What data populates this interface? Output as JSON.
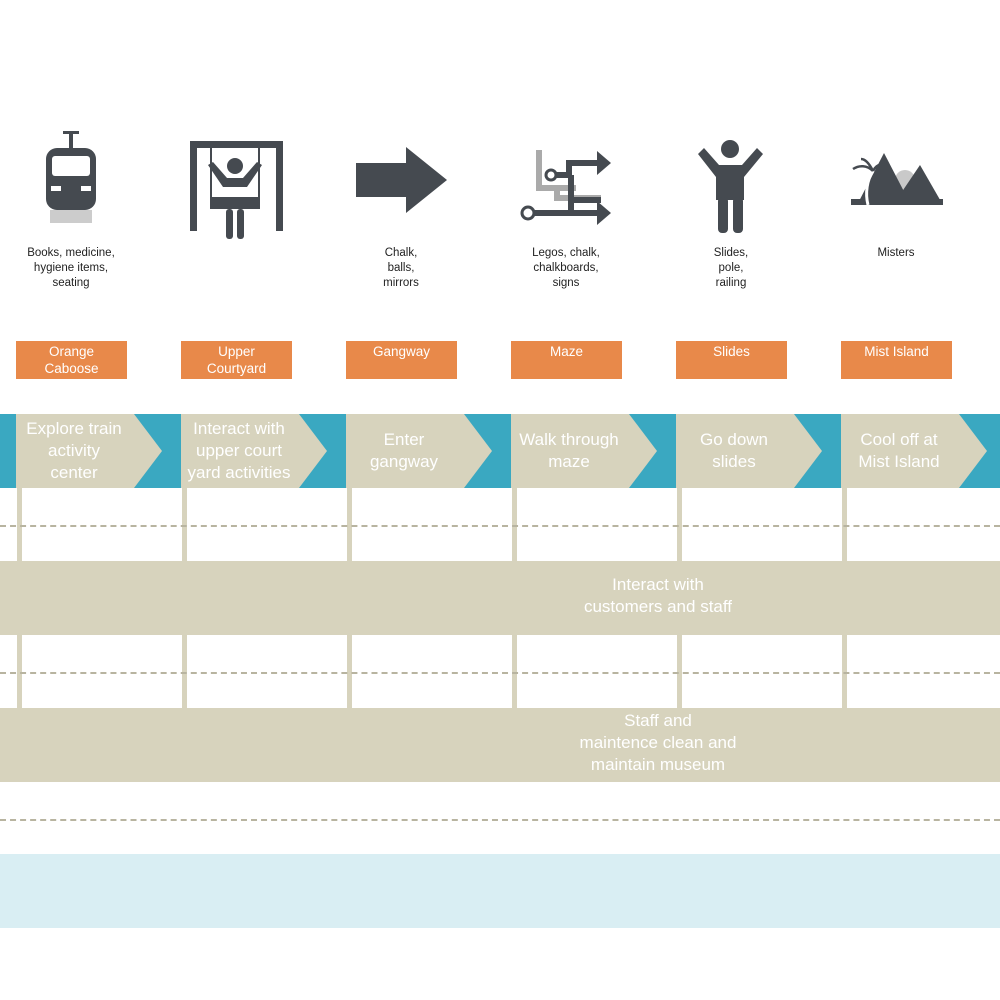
{
  "stages": [
    {
      "icon": "train-icon",
      "props": [
        "Books, medicine,",
        "hygiene items,",
        "seating"
      ],
      "zone": [
        "Orange",
        "Caboose"
      ],
      "action": [
        "Explore train",
        "activity",
        "center"
      ]
    },
    {
      "icon": "swing-icon",
      "props": [],
      "zone": [
        "Upper",
        "Courtyard"
      ],
      "action": [
        "Interact with",
        "upper court",
        "yard activities"
      ]
    },
    {
      "icon": "arrow-right-icon",
      "props": [
        "Chalk,",
        "balls,",
        "mirrors"
      ],
      "zone": [
        "Gangway"
      ],
      "action": [
        "Enter",
        "gangway"
      ]
    },
    {
      "icon": "maze-icon",
      "props": [
        "Legos, chalk,",
        "chalkboards,",
        "signs"
      ],
      "zone": [
        "Maze"
      ],
      "action": [
        "Walk through",
        "maze"
      ]
    },
    {
      "icon": "person-arms-up-icon",
      "props": [
        "Slides,",
        "pole,",
        "railing"
      ],
      "zone": [
        "Slides"
      ],
      "action": [
        "Go down",
        "slides"
      ]
    },
    {
      "icon": "island-icon",
      "props": [
        "Misters"
      ],
      "zone": [
        "Mist Island"
      ],
      "action": [
        "Cool off at",
        "Mist Island"
      ]
    }
  ],
  "bands": {
    "interaction": [
      "Interact with",
      "customers and staff"
    ],
    "backstage": [
      "Staff and",
      "maintence clean and",
      "maintain museum"
    ]
  },
  "colors": {
    "zone": "#E8894A",
    "action_lane": "#3AA8C1",
    "chevron": "#D7D3BD",
    "band": "#D7D3BD",
    "light_band": "#D9EEF3",
    "icon": "#454A50"
  }
}
